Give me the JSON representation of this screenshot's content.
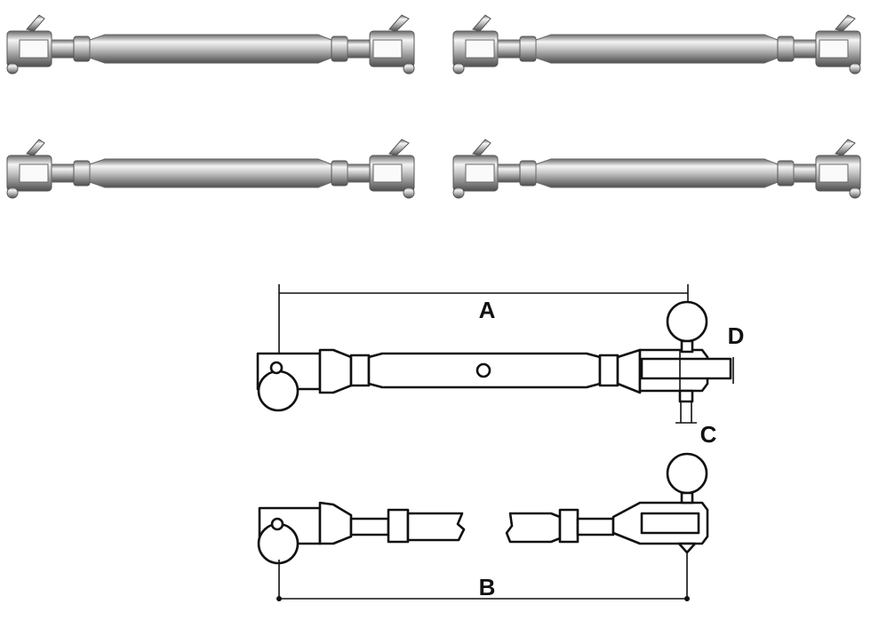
{
  "product_photos": {
    "count": 4,
    "item": "turnbuckle-jaw-jaw",
    "colors": {
      "metal_light": "#f2f2f2",
      "metal_mid": "#b8b8b8",
      "metal_dark": "#5a5a5a"
    }
  },
  "diagram": {
    "labels": {
      "overall_length": "A",
      "closed_length": "B",
      "pin_diameter": "C",
      "jaw_width": "D",
      "body_mark": "O"
    },
    "line_color": "#111111"
  }
}
